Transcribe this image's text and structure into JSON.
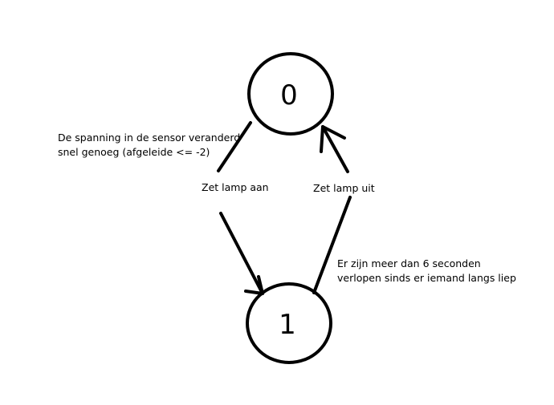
{
  "states": [
    {
      "id": "s0",
      "label": "0"
    },
    {
      "id": "s1",
      "label": "1"
    }
  ],
  "transitions": {
    "to_one": {
      "condition_lines": [
        "De spanning in de sensor veranderd",
        "snel genoeg (afgeleide <= -2)"
      ],
      "action": "Zet lamp aan"
    },
    "to_zero": {
      "condition_lines": [
        "Er zijn meer dan 6 seconden",
        "verlopen sinds er iemand langs liep"
      ],
      "action": "Zet lamp uit"
    }
  },
  "colors": {
    "stroke": "#000000",
    "background": "#ffffff"
  }
}
